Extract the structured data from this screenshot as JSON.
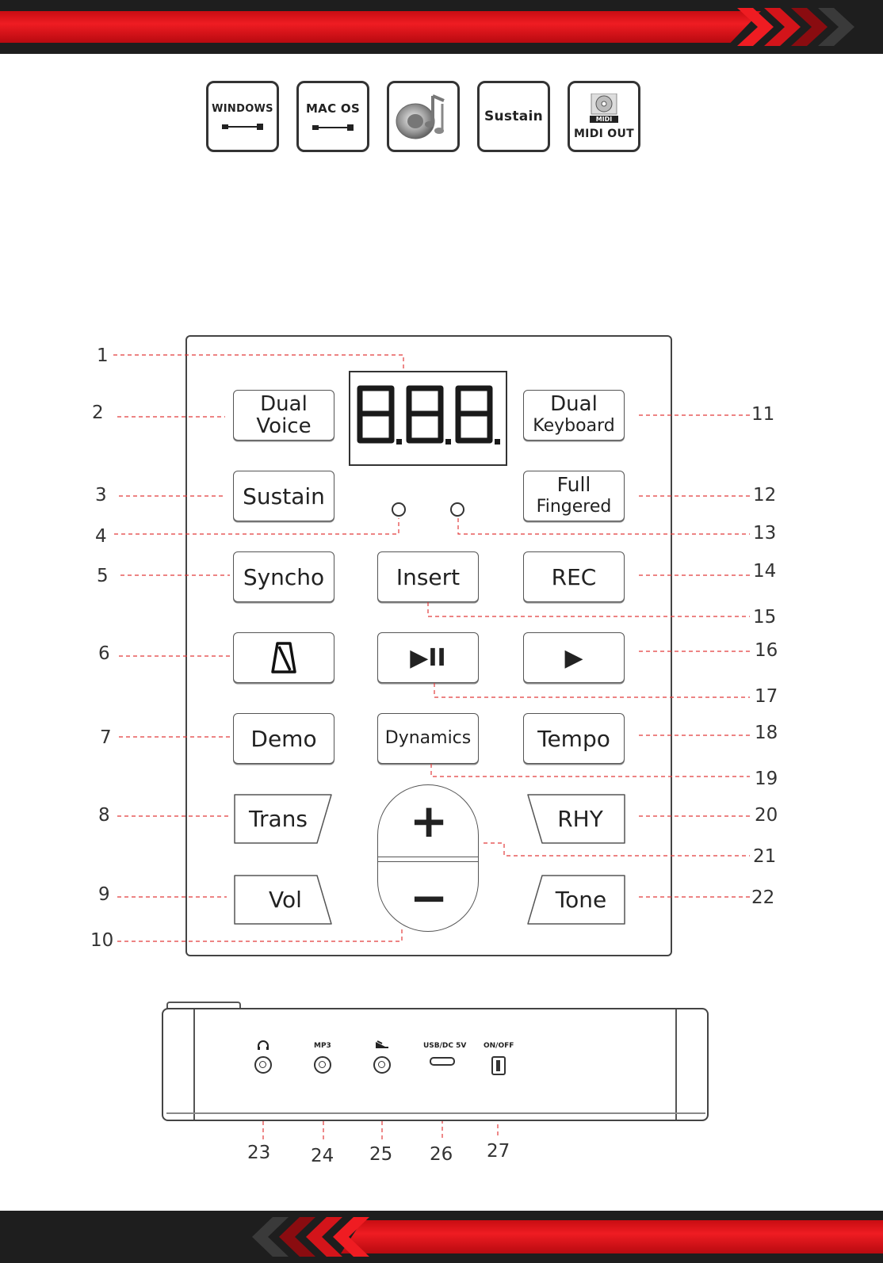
{
  "features": {
    "windows": "WINDOWS",
    "macos": "MAC OS",
    "sustain": "Sustain",
    "midi_badge": "MIDI",
    "midi_out": "MIDI OUT"
  },
  "display": {
    "digits": "8.8.8."
  },
  "buttons": {
    "dual_voice": [
      "Dual",
      "Voice"
    ],
    "dual_keyboard": [
      "Dual",
      "Keyboard"
    ],
    "sustain": "Sustain",
    "full_fingered": [
      "Full",
      "Fingered"
    ],
    "syncho": "Syncho",
    "insert": "Insert",
    "rec": "REC",
    "play_pause_glyph": "▶II",
    "play_glyph": "▶",
    "demo": "Demo",
    "dynamics": "Dynamics",
    "tempo": "Tempo",
    "trans": "Trans",
    "rhy": "RHY",
    "vol": "Vol",
    "tone": "Tone",
    "plus_glyph": "+",
    "minus_glyph": "−"
  },
  "callouts": [
    "1",
    "2",
    "3",
    "4",
    "5",
    "6",
    "7",
    "8",
    "9",
    "10",
    "11",
    "12",
    "13",
    "14",
    "15",
    "16",
    "17",
    "18",
    "19",
    "20",
    "21",
    "22",
    "23",
    "24",
    "25",
    "26",
    "27"
  ],
  "ports": {
    "mp3": "MP3",
    "usb": "USB/DC 5V",
    "onoff": "ON/OFF"
  },
  "icons": {
    "headphone": "headphone-icon",
    "sustain_pedal": "sustain-pedal-icon",
    "metronome": "metronome-icon",
    "speaker_music": "speaker-music-icon",
    "midi_disc": "midi-disc-icon"
  },
  "colors": {
    "accent_red": "#e0141c",
    "dark": "#1e1e1e",
    "callout_line": "#e23b3b"
  }
}
